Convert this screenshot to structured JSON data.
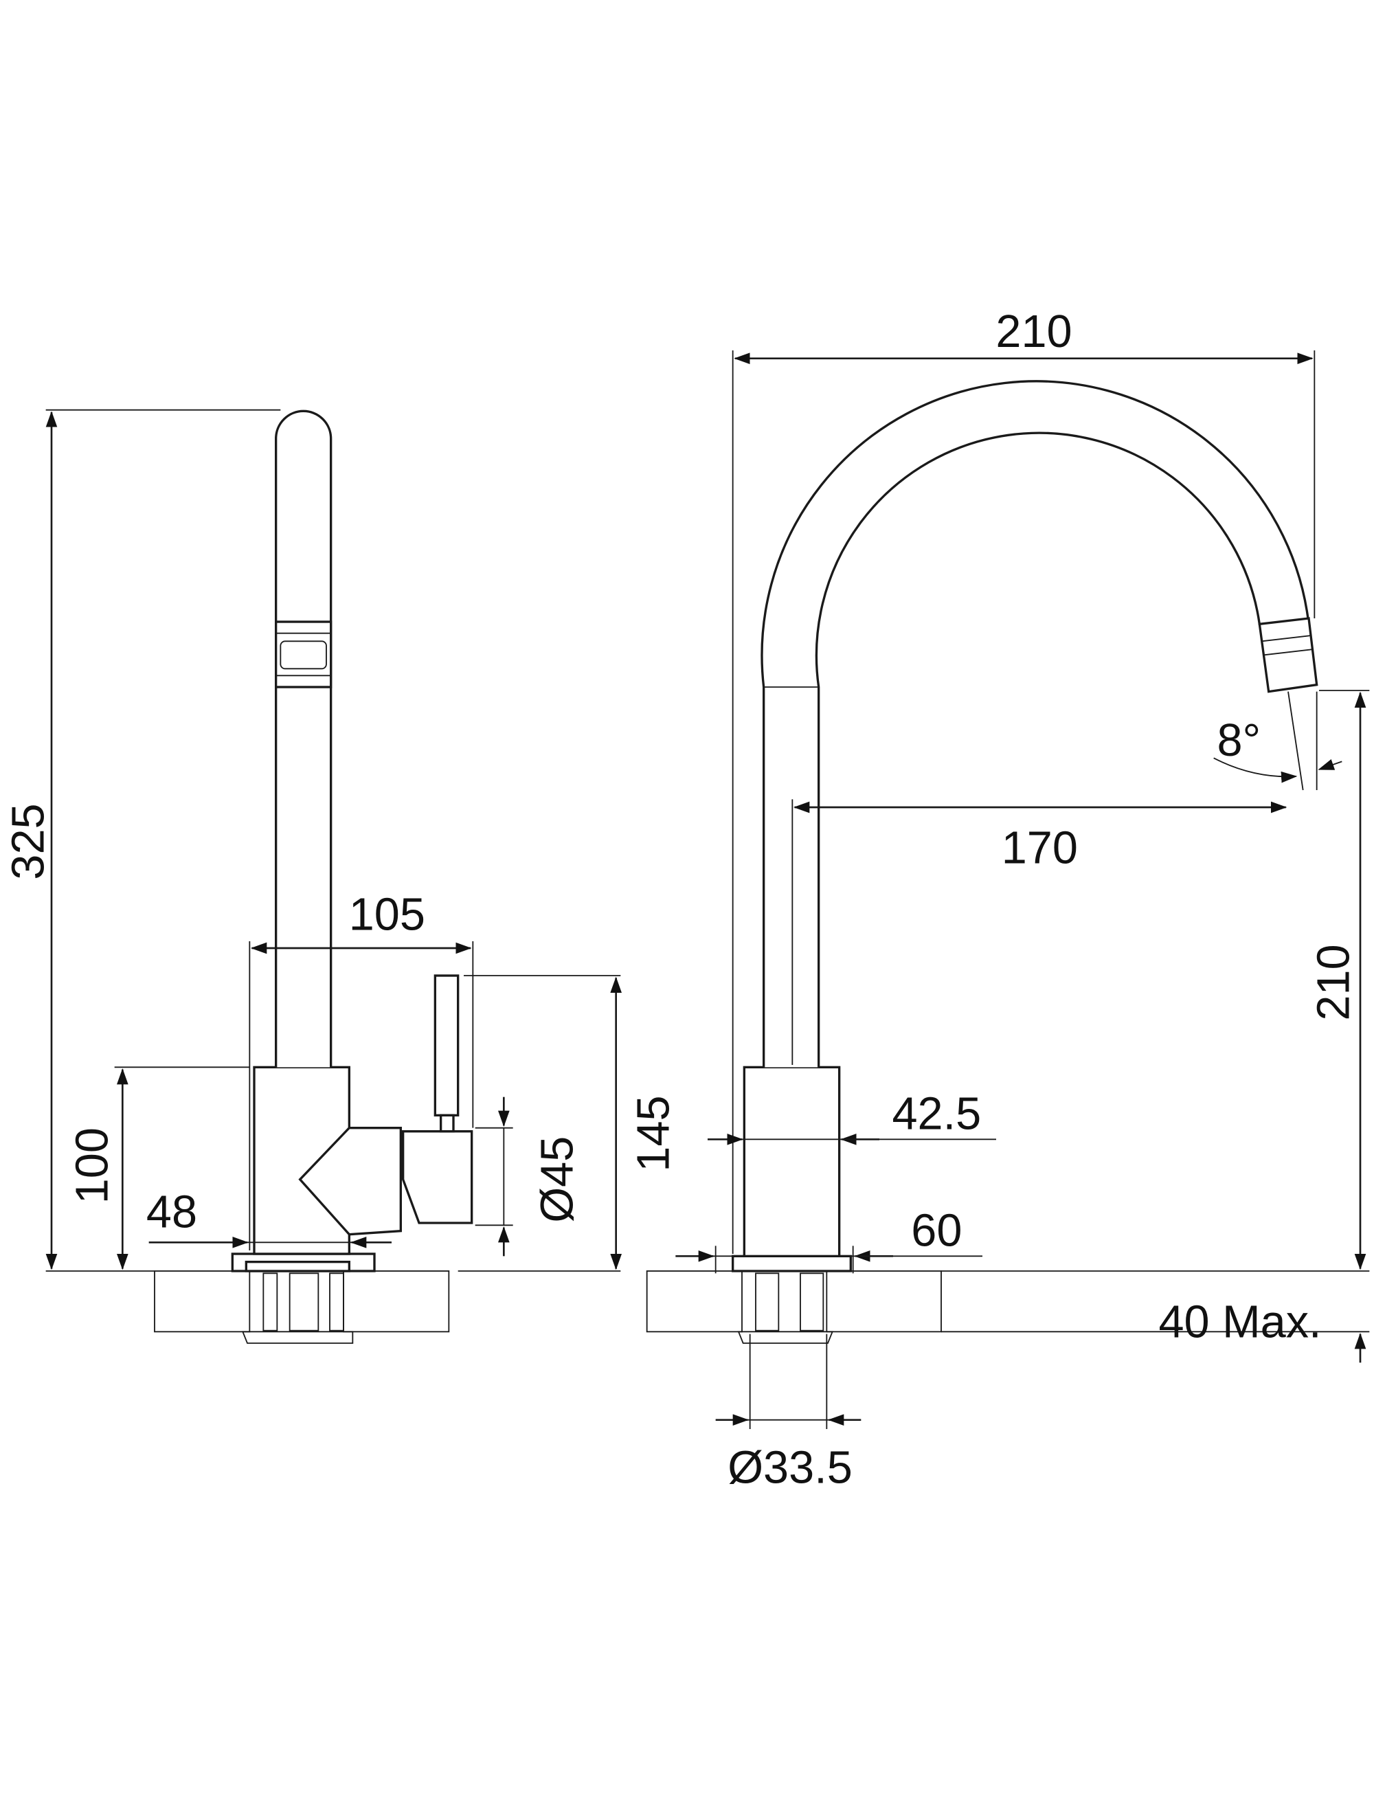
{
  "title": "Faucet dimension drawing",
  "colors": {
    "line": "#1a1a1a",
    "background": "#ffffff"
  },
  "side_view": {
    "total_height": "325",
    "spout_reach": "105",
    "body_height": "100",
    "base_width": "48",
    "handle_diameter": "Ø45",
    "handle_height": "145"
  },
  "front_view": {
    "overall_width": "210",
    "spout_reach": "170",
    "aerator_angle": "8°",
    "spout_height": "210",
    "body_diameter": "42.5",
    "base_diameter": "60",
    "counter_thickness": "40 Max.",
    "hole_diameter": "Ø33.5"
  }
}
